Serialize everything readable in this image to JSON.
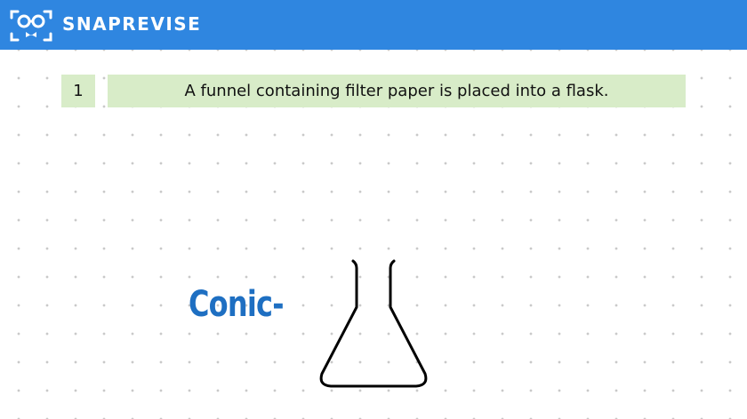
{
  "header": {
    "brand": "SNAPREVISE",
    "logo_icon": "glasses-face-icon",
    "color": "#2f86e0"
  },
  "step": {
    "number": "1",
    "text": "A funnel containing filter paper is placed into a flask.",
    "highlight_color": "#d8ecc8"
  },
  "diagram": {
    "label": "Conic-",
    "label_color": "#1e6fc2",
    "flask_icon": "conical-flask-icon"
  }
}
